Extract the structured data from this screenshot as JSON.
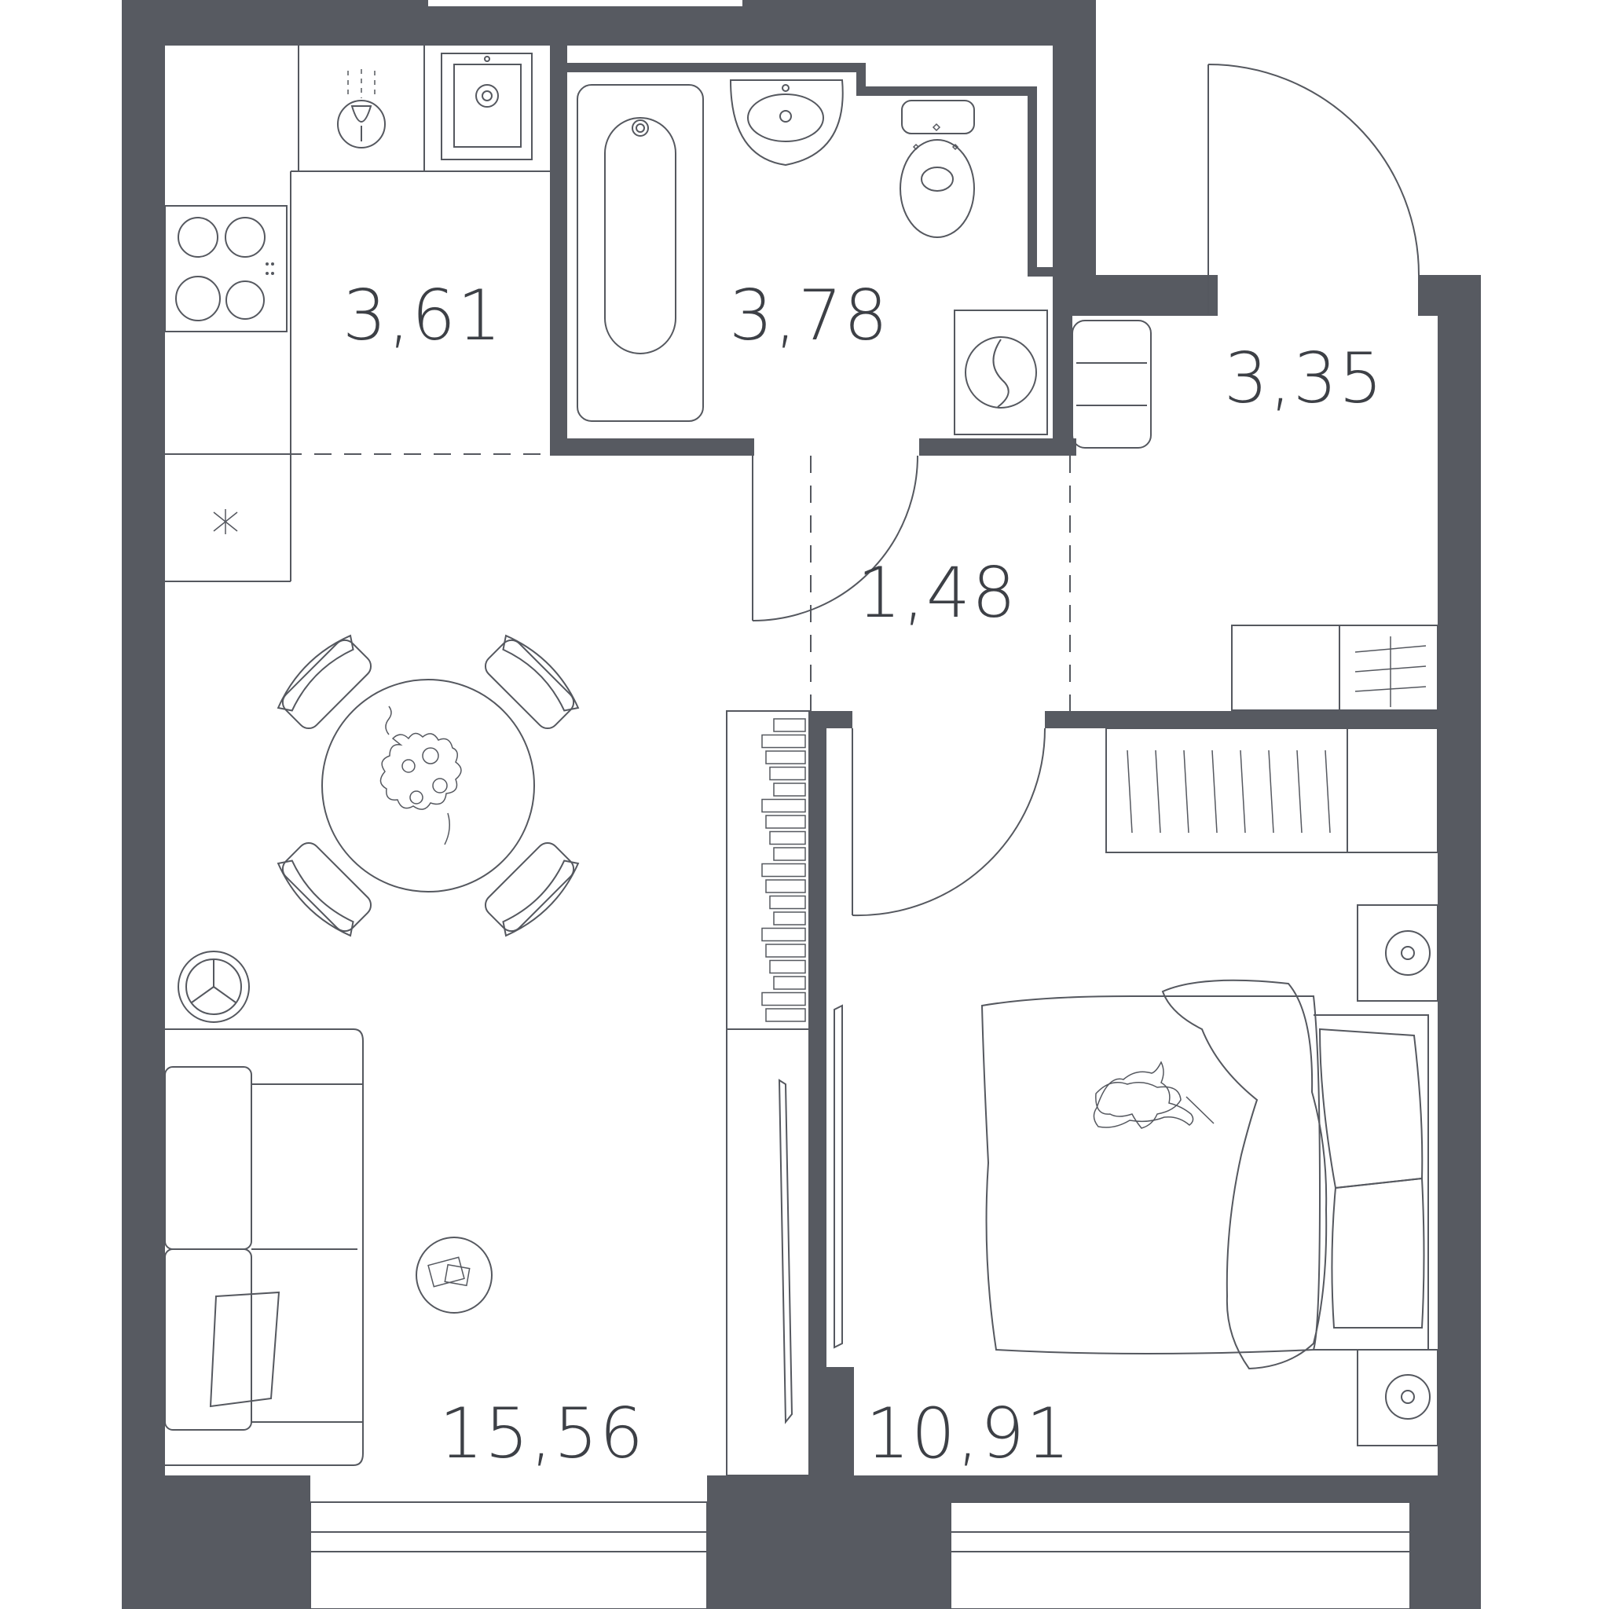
{
  "plan": {
    "colors": {
      "wall": "#575a61",
      "line": "#55585f",
      "label": "#3d4046",
      "background": "#ffffff"
    },
    "rooms": [
      {
        "id": "kitchen",
        "area": "3,61"
      },
      {
        "id": "bathroom",
        "area": "3,78"
      },
      {
        "id": "entry-hall",
        "area": "3,35"
      },
      {
        "id": "corridor",
        "area": "1,48"
      },
      {
        "id": "living-room",
        "area": "15,56"
      },
      {
        "id": "bedroom",
        "area": "10,91"
      }
    ],
    "furniture_icons": [
      "stove-icon",
      "sink-icon",
      "faucet-icon",
      "bathtub-icon",
      "washbasin-icon",
      "toilet-icon",
      "washing-machine-icon",
      "ottoman-icon",
      "shoe-rack-icon",
      "round-table-icon",
      "chair-icon",
      "floor-lamp-icon",
      "sofa-icon",
      "coffee-table-icon",
      "bookshelf-icon",
      "wardrobe-icon",
      "bed-icon",
      "nightstand-icon",
      "cat-icon",
      "door-swing-icon",
      "window-icon"
    ]
  }
}
